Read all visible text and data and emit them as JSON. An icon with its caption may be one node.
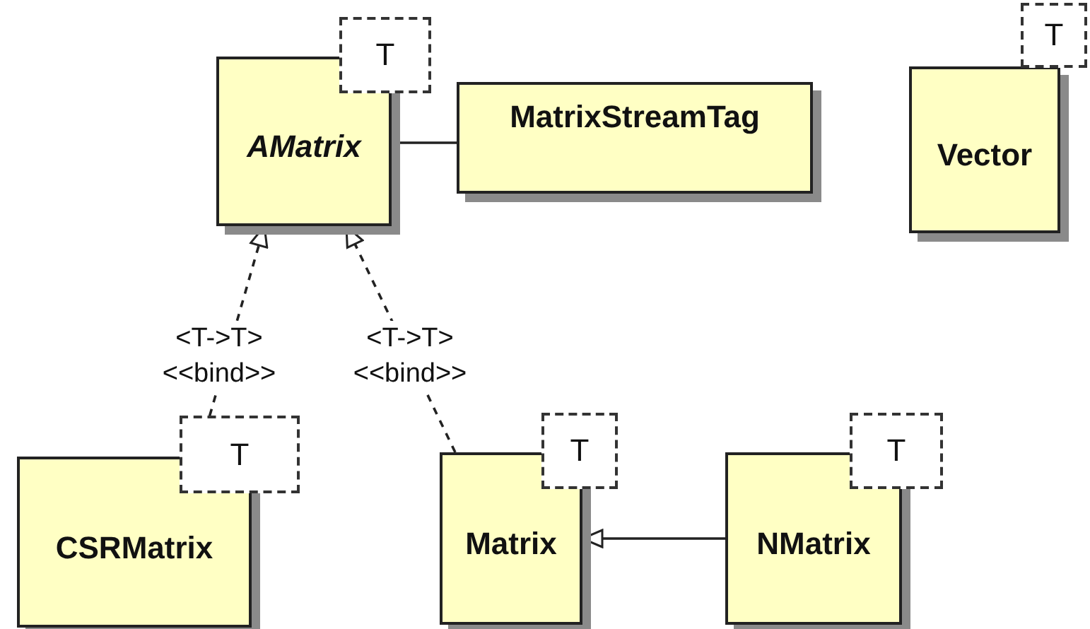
{
  "diagram": {
    "nodes": [
      {
        "text": [
          "AMatrix",
          "T"
        ]
      },
      {
        "text": [
          "MatrixStreamTag"
        ]
      },
      {
        "text": [
          "Vector",
          "T"
        ]
      },
      {
        "text": [
          "CSRMatrix",
          "T"
        ]
      },
      {
        "text": [
          "Matrix",
          "T"
        ]
      },
      {
        "text": [
          "NMatrix",
          "T"
        ]
      }
    ],
    "edges": [
      {
        "from": 3,
        "to": 0,
        "arrow": "to",
        "style": "dashed",
        "label": "<T->T> <<bind>>"
      },
      {
        "from": 4,
        "to": 0,
        "arrow": "to",
        "style": "dashed",
        "label": "<T->T> <<bind>>"
      },
      {
        "from": 5,
        "to": 4,
        "arrow": "to"
      },
      {
        "from": 0,
        "to": 1,
        "arrow": "none"
      }
    ]
  }
}
